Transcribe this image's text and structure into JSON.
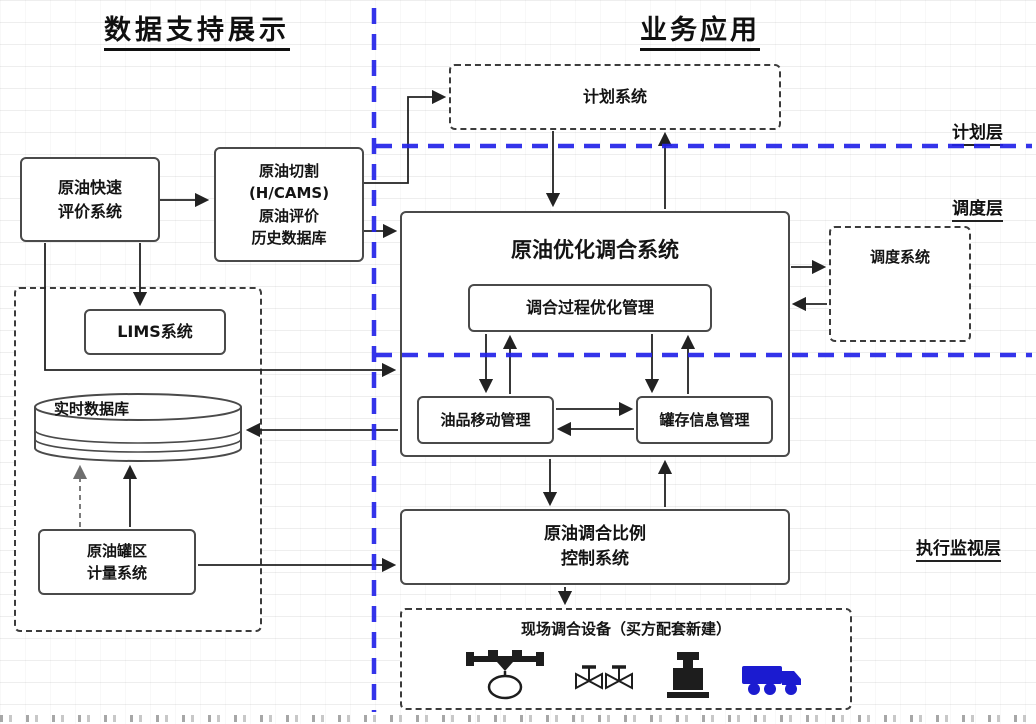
{
  "titles": {
    "left": "数据支持展示",
    "right": "业务应用"
  },
  "layer_labels": {
    "planning": "计划层",
    "scheduling": "调度层",
    "execution": "执行监视层"
  },
  "left_section": {
    "rapid_eval": {
      "line1": "原油快速",
      "line2": "评价系统"
    },
    "crude_cut": {
      "line1": "原油切割",
      "line2": "(H/CAMS)",
      "line3": "原油评价",
      "line4": "历史数据库"
    },
    "lims": {
      "label": "LIMS系统"
    },
    "realtime_db": {
      "label": "实时数据库"
    },
    "tank_metering": {
      "line1": "原油罐区",
      "line2": "计量系统"
    }
  },
  "right_section": {
    "planning_system": {
      "label": "计划系统"
    },
    "blending_system": {
      "title": "原油优化调合系统",
      "blend_process": "调合过程优化管理",
      "oil_movement": "油品移动管理",
      "tank_info": "罐存信息管理"
    },
    "dispatch_system": {
      "label": "调度系统"
    },
    "ratio_control": {
      "line1": "原油调合比例",
      "line2": "控制系统"
    },
    "field_equipment": {
      "title": "现场调合设备（买方配套新建）",
      "icons": [
        "mixer-icon",
        "valve-group-icon",
        "pump-icon",
        "tank-truck-icon"
      ]
    }
  },
  "colors": {
    "divider_blue": "#2323e8",
    "wire_black": "#222222",
    "truck_blue": "#1b1bd0"
  }
}
